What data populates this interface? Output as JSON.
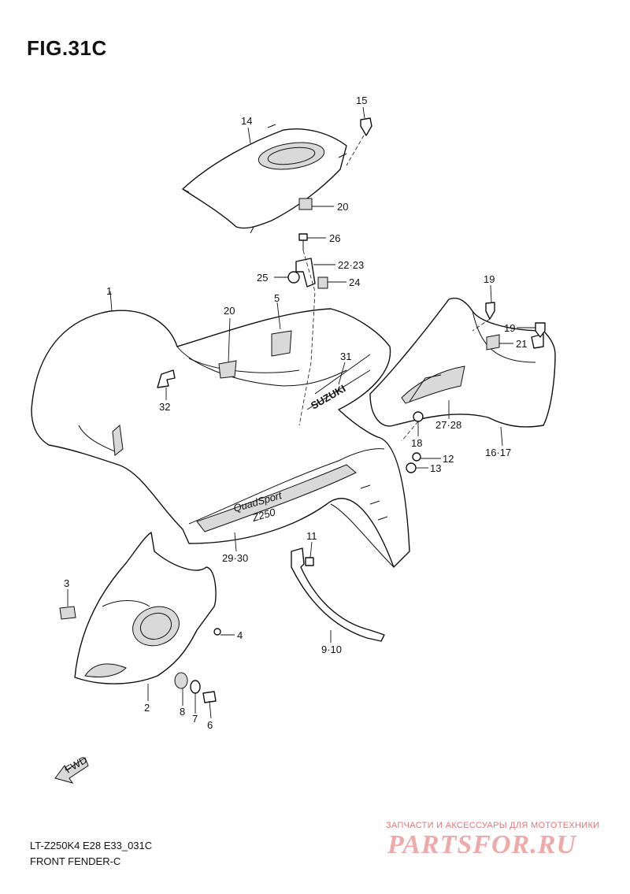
{
  "figure": {
    "title": "FIG.31C",
    "model_code": "LT-Z250K4 E28 E33_031C",
    "subtitle": "FRONT FENDER-C"
  },
  "part_labels": {
    "p15": "15",
    "p14": "14",
    "p20a": "20",
    "p26": "26",
    "p22_23": "22·23",
    "p25": "25",
    "p24": "24",
    "p1": "1",
    "p5": "5",
    "p20b": "20",
    "p31": "31",
    "p32": "32",
    "p19a": "19",
    "p19b": "19",
    "p21": "21",
    "p18": "18",
    "p27_28": "27·28",
    "p16_17": "16·17",
    "p12": "12",
    "p13": "13",
    "p11": "11",
    "p29_30": "29·30",
    "p3": "3",
    "p4": "4",
    "p9_10": "9·10",
    "p2": "2",
    "p8": "8",
    "p7": "7",
    "p6": "6"
  },
  "decals": {
    "brand": "SUZUKI",
    "quadsport": "QuadSport",
    "model_z": "Z250",
    "fwd": "FWD"
  },
  "watermark": {
    "tagline": "ЗАПЧАСТИ И АКСЕССУАРЫ ДЛЯ МОТОТЕХНИКИ",
    "logo": "PARTSFOR.RU"
  },
  "colors": {
    "line": "#111111",
    "watermark": "#f0a9a9"
  }
}
